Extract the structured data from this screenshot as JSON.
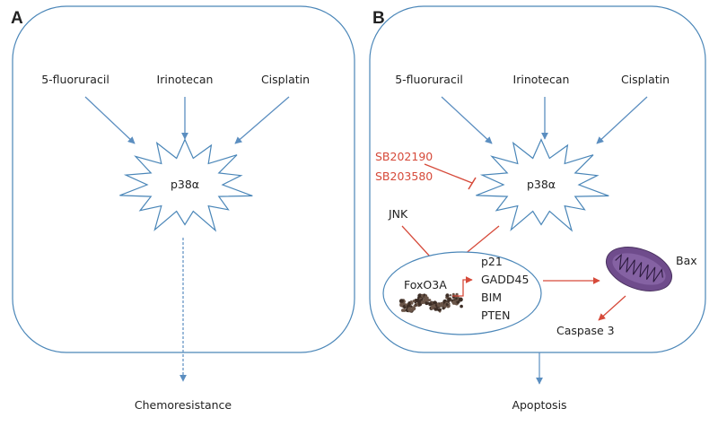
{
  "colors": {
    "panel_border": "#4a86b8",
    "arrow_blue": "#5b8ec0",
    "arrow_red": "#d64a3a",
    "inhibitor_text": "#d64a3a",
    "text": "#222222",
    "mitochondrion_fill": "#6f4c8c",
    "dna": "#4a3a30"
  },
  "panels": [
    {
      "letter": "A",
      "drugs": [
        "5-fluoruracil",
        "Irinotecan",
        "Cisplatin"
      ],
      "target": "p38α",
      "outcome": "Chemoresistance"
    },
    {
      "letter": "B",
      "drugs": [
        "5-fluoruracil",
        "Irinotecan",
        "Cisplatin"
      ],
      "target": "p38α",
      "inhibitors": [
        "SB202190",
        "SB203580"
      ],
      "upstream": "JNK",
      "nucleus_factor": "FoxO3A",
      "target_genes": [
        "p21",
        "GADD45",
        "BIM",
        "PTEN"
      ],
      "mitochondria_label": "Bax",
      "caspase": "Caspase 3",
      "outcome": "Apoptosis"
    }
  ]
}
